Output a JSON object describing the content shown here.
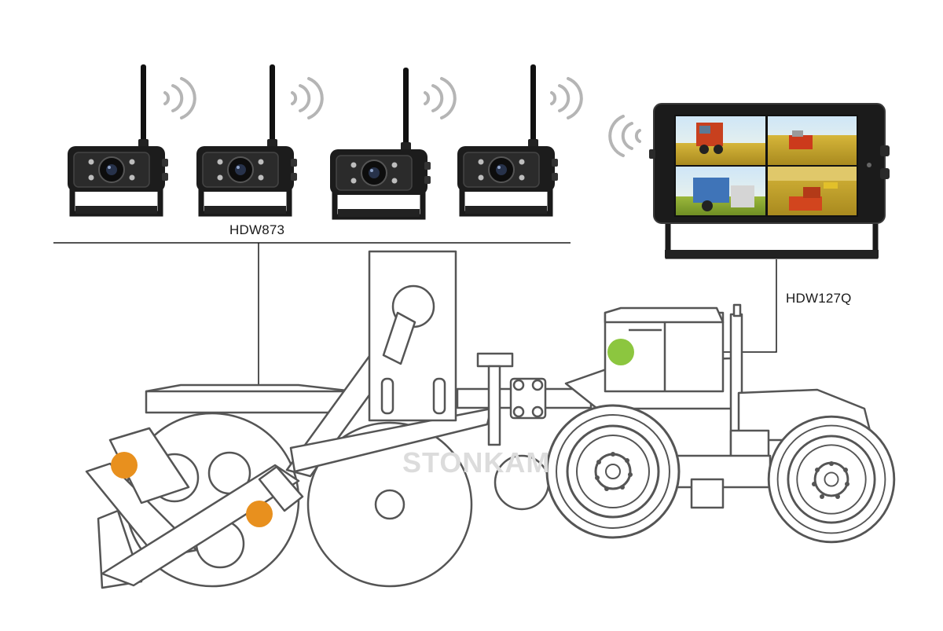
{
  "camera_label": "HDW873",
  "monitor_label": "HDW127Q",
  "watermark": "STONKAM",
  "cameras": [
    {
      "id": "camera-1"
    },
    {
      "id": "camera-2"
    },
    {
      "id": "camera-3"
    },
    {
      "id": "camera-4"
    }
  ],
  "monitor_views": [
    "combine-harvester-view-1",
    "combine-harvester-view-2",
    "tractor-field-view",
    "harvester-field-view"
  ],
  "colors": {
    "line_art": "#555555",
    "camera_marker": "#e8901e",
    "monitor_marker": "#8cc63f",
    "wireless_signal": "#b5b5b5",
    "device_body": "#1c1c1c"
  }
}
